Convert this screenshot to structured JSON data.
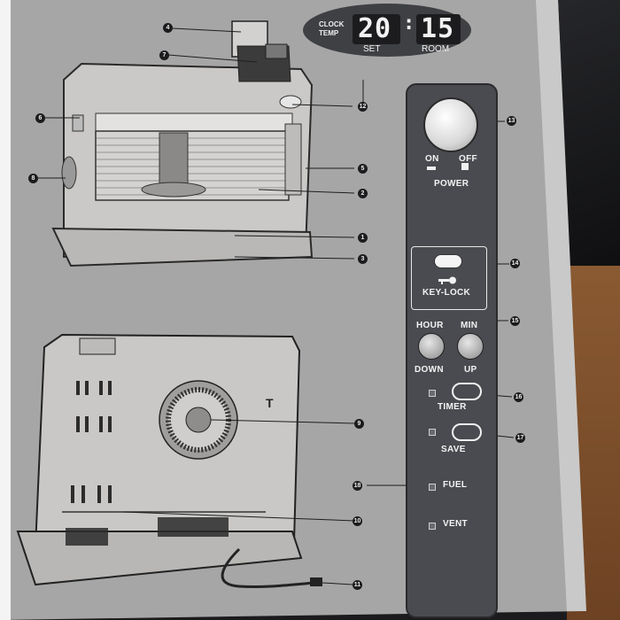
{
  "display": {
    "clock_label": "CLOCK",
    "temp_label": "TEMP",
    "set_value": "20",
    "colon": ":",
    "room_value": "15",
    "set_label": "SET",
    "room_label": "ROOM"
  },
  "panel": {
    "on_label": "ON",
    "off_label": "OFF",
    "power_label": "POWER",
    "keylock_label": "KEY-LOCK",
    "hour_label": "HOUR",
    "min_label": "MIN",
    "down_label": "DOWN",
    "up_label": "UP",
    "timer_label": "TIMER",
    "save_label": "SAVE",
    "fuel_label": "FUEL",
    "vent_label": "VENT"
  },
  "callouts": [
    "1",
    "2",
    "3",
    "4",
    "5",
    "6",
    "7",
    "8",
    "9",
    "10",
    "11",
    "12",
    "13",
    "14",
    "15",
    "16",
    "17",
    "18"
  ],
  "colors": {
    "paper": "#a7a6a6",
    "panel": "#4a4b50",
    "heater_body": "#c9c8c6",
    "wood": "#8a5a32"
  }
}
